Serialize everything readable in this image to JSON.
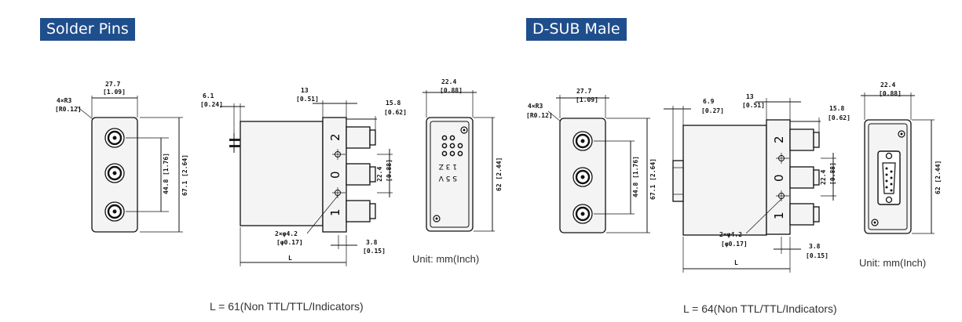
{
  "left": {
    "tag": "Solder Pins",
    "unit": "Unit:  mm(Inch)",
    "note": "L =  61(Non TTL/TTL/Indicators)",
    "front": {
      "width": "27.7",
      "width_in": "[1.09]",
      "radius": "4×R3",
      "radius_in": "[R0.12]",
      "pitch": "44.8 [1.76]",
      "height": "67.1 [2.64]"
    },
    "side": {
      "top": "13",
      "top_in": "[0.51]",
      "pin": "6.1",
      "pin_in": "[0.24]",
      "conn": "15.8",
      "conn_in": "[0.62]",
      "pitch": "22.4",
      "pitch_in": "[0.88]",
      "hole": "2×φ4.2",
      "hole_in": "[φ0.17]",
      "bottom": "3.8",
      "bottom_in": "[0.15]",
      "L": "L",
      "p2": "2",
      "p0": "0",
      "p1": "1"
    },
    "back": {
      "width": "22.4",
      "width_in": "[0.88]",
      "height": "62 [2.44]",
      "m1": "1 3 Z",
      "m2": "S 5 V"
    }
  },
  "right": {
    "tag": "D-SUB Male",
    "unit": "Unit:  mm(Inch)",
    "note": "L =  64(Non TTL/TTL/Indicators)",
    "front": {
      "width": "27.7",
      "width_in": "[1.09]",
      "radius": "4×R3",
      "radius_in": "[R0.12]",
      "pitch": "44.8 [1.76]",
      "height": "67.1 [2.64]"
    },
    "side": {
      "top": "13",
      "top_in": "[0.51]",
      "pin": "6.9",
      "pin_in": "[0.27]",
      "conn": "15.8",
      "conn_in": "[0.62]",
      "pitch": "22.4",
      "pitch_in": "[0.88]",
      "hole": "2×φ4.2",
      "hole_in": "[φ0.17]",
      "bottom": "3.8",
      "bottom_in": "[0.15]",
      "L": "L",
      "p2": "2",
      "p0": "0",
      "p1": "1"
    },
    "back": {
      "width": "22.4",
      "width_in": "[0.88]",
      "height": "62 [2.44]"
    }
  }
}
